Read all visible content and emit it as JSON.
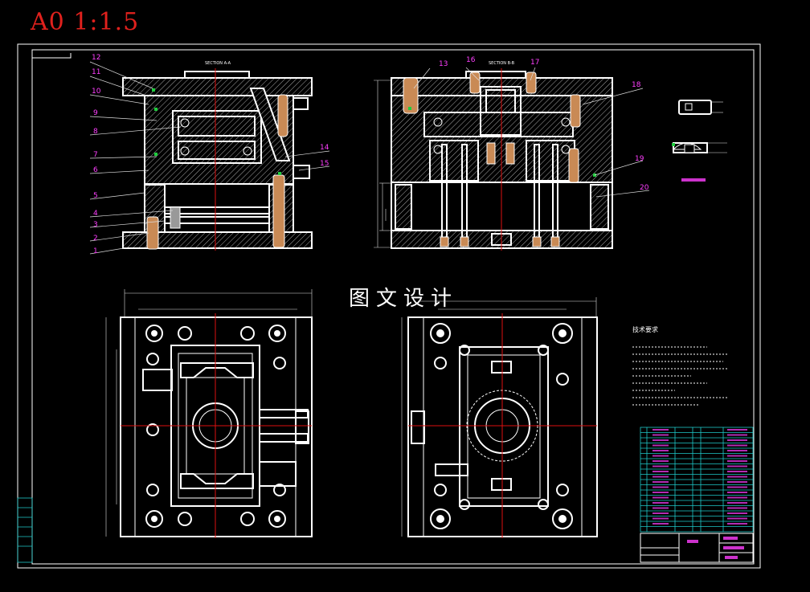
{
  "sheet": {
    "label": "A0  1:1.5"
  },
  "watermark": {
    "text": "图文设计"
  },
  "views": {
    "section_aa": {
      "title": "SECTION A-A"
    },
    "section_bb": {
      "title": "SECTION B-B"
    }
  },
  "leaders_left": [
    "12",
    "11",
    "10",
    "9",
    "8",
    "7",
    "6",
    "5",
    "4",
    "3",
    "2",
    "1"
  ],
  "leaders_right": [
    "13",
    "16",
    "17",
    "18",
    "14",
    "15",
    "19",
    "20"
  ],
  "notes": {
    "title": "技术要求"
  },
  "colors": {
    "outline": "#ffffff",
    "centerline": "#d11111",
    "part": "#c98a55",
    "marker": "#1fcc3d",
    "label": "#ff3fff",
    "table": "#1ec8c8"
  }
}
